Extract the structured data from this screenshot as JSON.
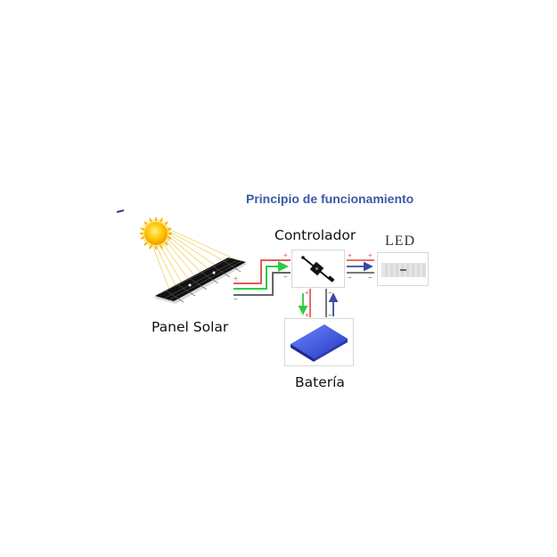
{
  "diagram": {
    "title": "Principio de funcionamiento",
    "components": {
      "panel": {
        "label": "Panel Solar"
      },
      "controller": {
        "label": "Controlador"
      },
      "led": {
        "label": "LED"
      },
      "battery": {
        "label": "Batería"
      }
    },
    "connections": [
      {
        "from": "Panel Solar",
        "to": "Controlador",
        "wires": [
          "+",
          "flow",
          "−"
        ]
      },
      {
        "from": "Controlador",
        "to": "LED",
        "wires": [
          "+",
          "flow",
          "−"
        ]
      },
      {
        "from": "Controlador",
        "to": "Batería",
        "wires": [
          "flow-down",
          "+"
        ]
      },
      {
        "from": "Batería",
        "to": "Controlador",
        "wires": [
          "−",
          "flow-up"
        ]
      }
    ],
    "colors": {
      "title": "#3b5aa6",
      "positive_wire": "#e65a5a",
      "negative_wire": "#777777",
      "charge_flow": "#2ecc40",
      "discharge_flow": "#3a4aa0",
      "battery": "#3350c8",
      "sun": "#f7b500"
    }
  }
}
